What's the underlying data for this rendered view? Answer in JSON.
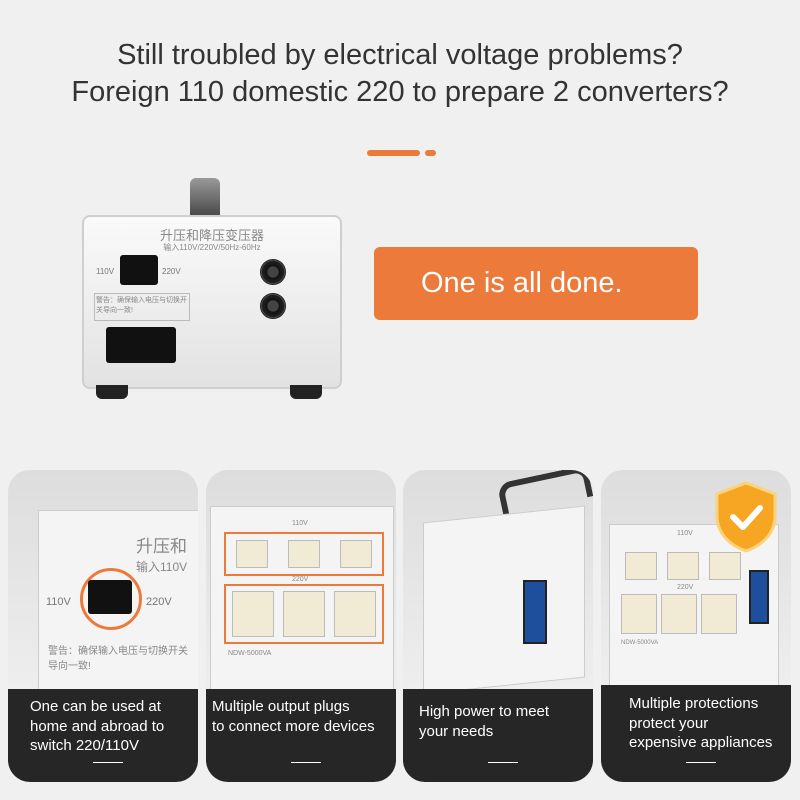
{
  "headline": {
    "line1": "Still troubled by electrical voltage problems?",
    "line2": "Foreign 110 domestic 220 to prepare 2 converters?"
  },
  "accent_color": "#ec7a3b",
  "callout": "One is all done.",
  "device": {
    "title_cn": "升压和降压变压器",
    "input_spec": "输入110V/220V/50Hz-60Hz",
    "left_label": "110V",
    "right_label": "220V",
    "warning_cn": "警告：确保输入电压与切换开关导向一致!"
  },
  "cards": [
    {
      "caption": "One can be used at\nhome and abroad to\nswitch 220/110V",
      "labels": [
        "升压和",
        "输入110V",
        "110V",
        "220V",
        "警告：确保输入电压与切换开关导向一致!"
      ]
    },
    {
      "caption": "Multiple output plugs\n to connect more devices",
      "labels": [
        "110V",
        "220V",
        "NDW-5000VA"
      ]
    },
    {
      "caption": "High power to meet\nyour needs"
    },
    {
      "caption": "Multiple protections\n protect your\nexpensive appliances",
      "labels": [
        "110V",
        "220V",
        "NDW-5000VA"
      ],
      "badge_icon": "shield-check-icon"
    }
  ]
}
